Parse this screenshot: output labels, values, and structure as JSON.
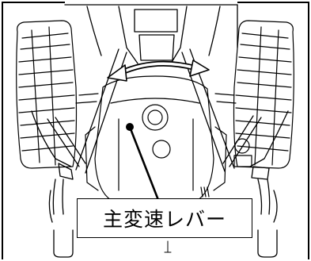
{
  "callout": {
    "label": "主変速レバー"
  },
  "colors": {
    "line": "#000000",
    "background": "#ffffff",
    "lever_knob": "#000000"
  },
  "icons": {
    "motion_arrow": "double-headed-curved-arrow",
    "leader": "leader-line-with-dot"
  }
}
